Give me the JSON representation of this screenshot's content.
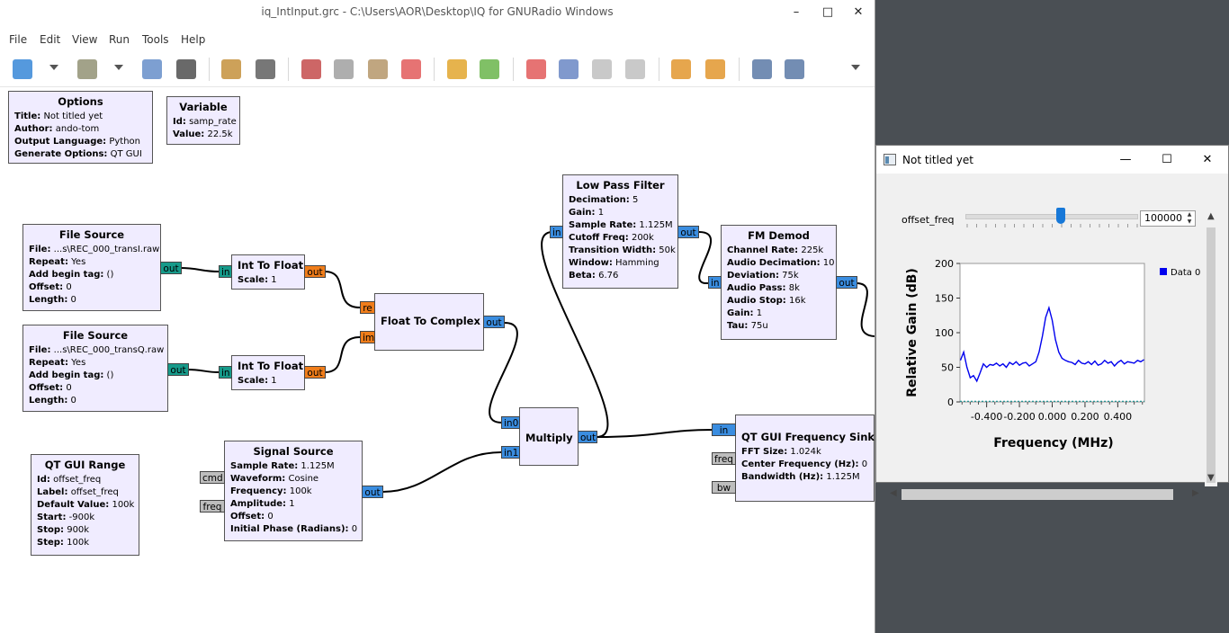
{
  "main_window": {
    "title": "iq_IntInput.grc - C:\\Users\\AOR\\Desktop\\IQ for GNURadio Windows",
    "controls": {
      "minimize": "–",
      "maximize": "□",
      "close": "✕"
    }
  },
  "menu": [
    "File",
    "Edit",
    "View",
    "Run",
    "Tools",
    "Help"
  ],
  "toolbar": [
    {
      "name": "new-icon",
      "color": "#2a7fd4"
    },
    {
      "name": "open-icon",
      "color": "#8b8b6b"
    },
    {
      "name": "save-icon",
      "color": "#5c87c5"
    },
    {
      "name": "close-icon",
      "color": "#444444"
    },
    {
      "name": "properties-icon",
      "color": "#c08a30"
    },
    {
      "name": "print-icon",
      "color": "#555555"
    },
    {
      "name": "cut-icon",
      "color": "#c04040"
    },
    {
      "name": "copy-icon",
      "color": "#9a9a9a"
    },
    {
      "name": "paste-icon",
      "color": "#b09060"
    },
    {
      "name": "delete-icon",
      "color": "#e05050"
    },
    {
      "name": "undo-icon",
      "color": "#e0a020"
    },
    {
      "name": "redo-icon",
      "color": "#60b040"
    },
    {
      "name": "errors-icon",
      "color": "#e05050"
    },
    {
      "name": "generate-icon",
      "color": "#6080c0"
    },
    {
      "name": "execute-icon",
      "color": "#bbbbbb"
    },
    {
      "name": "kill-icon",
      "color": "#bbbbbb"
    },
    {
      "name": "rotate-ccw-icon",
      "color": "#e09020"
    },
    {
      "name": "rotate-cw-icon",
      "color": "#e09020"
    },
    {
      "name": "find-block-icon",
      "color": "#5070a0"
    },
    {
      "name": "zoom-icon",
      "color": "#5070a0"
    }
  ],
  "blocks": {
    "options": {
      "title": "Options",
      "params": [
        {
          "k": "Title:",
          "v": "Not titled yet"
        },
        {
          "k": "Author:",
          "v": "ando-tom"
        },
        {
          "k": "Output Language:",
          "v": "Python"
        },
        {
          "k": "Generate Options:",
          "v": "QT GUI"
        }
      ]
    },
    "variable": {
      "title": "Variable",
      "params": [
        {
          "k": "Id:",
          "v": "samp_rate"
        },
        {
          "k": "Value:",
          "v": "22.5k"
        }
      ]
    },
    "file_source_1": {
      "title": "File Source",
      "params": [
        {
          "k": "File:",
          "v": "...s\\REC_000_transI.raw"
        },
        {
          "k": "Repeat:",
          "v": "Yes"
        },
        {
          "k": "Add begin tag:",
          "v": "()"
        },
        {
          "k": "Offset:",
          "v": "0"
        },
        {
          "k": "Length:",
          "v": "0"
        }
      ],
      "ports": {
        "out": "out"
      }
    },
    "file_source_2": {
      "title": "File Source",
      "params": [
        {
          "k": "File:",
          "v": "...s\\REC_000_transQ.raw"
        },
        {
          "k": "Repeat:",
          "v": "Yes"
        },
        {
          "k": "Add begin tag:",
          "v": "()"
        },
        {
          "k": "Offset:",
          "v": "0"
        },
        {
          "k": "Length:",
          "v": "0"
        }
      ],
      "ports": {
        "out": "out"
      }
    },
    "int_to_float_1": {
      "title": "Int To Float",
      "params": [
        {
          "k": "Scale:",
          "v": "1"
        }
      ],
      "ports": {
        "in": "in",
        "out": "out"
      }
    },
    "int_to_float_2": {
      "title": "Int To Float",
      "params": [
        {
          "k": "Scale:",
          "v": "1"
        }
      ],
      "ports": {
        "in": "in",
        "out": "out"
      }
    },
    "float_to_complex": {
      "title": "Float To Complex",
      "params": [],
      "ports": {
        "re": "re",
        "im": "im",
        "out": "out"
      }
    },
    "low_pass_filter": {
      "title": "Low Pass Filter",
      "params": [
        {
          "k": "Decimation:",
          "v": "5"
        },
        {
          "k": "Gain:",
          "v": "1"
        },
        {
          "k": "Sample Rate:",
          "v": "1.125M"
        },
        {
          "k": "Cutoff Freq:",
          "v": "200k"
        },
        {
          "k": "Transition Width:",
          "v": "50k"
        },
        {
          "k": "Window:",
          "v": "Hamming"
        },
        {
          "k": "Beta:",
          "v": "6.76"
        }
      ],
      "ports": {
        "in": "in",
        "out": "out"
      }
    },
    "fm_demod": {
      "title": "FM Demod",
      "params": [
        {
          "k": "Channel Rate:",
          "v": "225k"
        },
        {
          "k": "Audio Decimation:",
          "v": "10"
        },
        {
          "k": "Deviation:",
          "v": "75k"
        },
        {
          "k": "Audio Pass:",
          "v": "8k"
        },
        {
          "k": "Audio Stop:",
          "v": "16k"
        },
        {
          "k": "Gain:",
          "v": "1"
        },
        {
          "k": "Tau:",
          "v": "75u"
        }
      ],
      "ports": {
        "in": "in",
        "out": "out"
      }
    },
    "multiply": {
      "title": "Multiply",
      "params": [],
      "ports": {
        "in0": "in0",
        "in1": "in1",
        "out": "out"
      }
    },
    "signal_source": {
      "title": "Signal Source",
      "params": [
        {
          "k": "Sample Rate:",
          "v": "1.125M"
        },
        {
          "k": "Waveform:",
          "v": "Cosine"
        },
        {
          "k": "Frequency:",
          "v": "100k"
        },
        {
          "k": "Amplitude:",
          "v": "1"
        },
        {
          "k": "Offset:",
          "v": "0"
        },
        {
          "k": "Initial Phase (Radians):",
          "v": "0"
        }
      ],
      "ports": {
        "cmd": "cmd",
        "freq": "freq",
        "out": "out"
      }
    },
    "qt_gui_range": {
      "title": "QT GUI Range",
      "params": [
        {
          "k": "Id:",
          "v": "offset_freq"
        },
        {
          "k": "Label:",
          "v": "offset_freq"
        },
        {
          "k": "Default Value:",
          "v": "100k"
        },
        {
          "k": "Start:",
          "v": "-900k"
        },
        {
          "k": "Stop:",
          "v": "900k"
        },
        {
          "k": "Step:",
          "v": "100k"
        }
      ]
    },
    "qt_gui_freq_sink": {
      "title": "QT GUI Frequency Sink",
      "params": [
        {
          "k": "FFT Size:",
          "v": "1.024k"
        },
        {
          "k": "Center Frequency (Hz):",
          "v": "0"
        },
        {
          "k": "Bandwidth (Hz):",
          "v": "1.125M"
        }
      ],
      "ports": {
        "in": "in",
        "freq": "freq",
        "bw": "bw"
      }
    }
  },
  "qt_window": {
    "title": "Not titled yet",
    "controls": {
      "minimize": "—",
      "maximize": "☐",
      "close": "✕"
    },
    "slider": {
      "label": "offset_freq",
      "value": "100000",
      "level": 0.56
    }
  },
  "chart_data": {
    "type": "line",
    "xlabel": "Frequency (MHz)",
    "ylabel": "Relative Gain (dB)",
    "xlim": [
      -0.5625,
      0.5625
    ],
    "ylim": [
      0,
      200
    ],
    "xticks": [
      "-0.400",
      "-0.200",
      "0.000",
      "0.200",
      "0.400"
    ],
    "xtick_values": [
      -0.4,
      -0.2,
      0.0,
      0.2,
      0.4
    ],
    "yticks": [
      "0",
      "50",
      "100",
      "150",
      "200"
    ],
    "legend": "right",
    "colors": {
      "series": "#0000ee",
      "baseline": "#009090"
    },
    "series": [
      {
        "name": "Data 0",
        "x": [
          -0.56,
          -0.54,
          -0.52,
          -0.5,
          -0.48,
          -0.46,
          -0.44,
          -0.42,
          -0.4,
          -0.38,
          -0.36,
          -0.34,
          -0.32,
          -0.3,
          -0.28,
          -0.26,
          -0.24,
          -0.22,
          -0.2,
          -0.18,
          -0.16,
          -0.14,
          -0.12,
          -0.1,
          -0.08,
          -0.06,
          -0.04,
          -0.02,
          0.0,
          0.02,
          0.04,
          0.06,
          0.08,
          0.1,
          0.12,
          0.14,
          0.16,
          0.18,
          0.2,
          0.22,
          0.24,
          0.26,
          0.28,
          0.3,
          0.32,
          0.34,
          0.36,
          0.38,
          0.4,
          0.42,
          0.44,
          0.46,
          0.48,
          0.5,
          0.52,
          0.54,
          0.56
        ],
        "values": [
          60,
          72,
          50,
          35,
          38,
          30,
          42,
          55,
          50,
          54,
          53,
          56,
          52,
          55,
          50,
          57,
          54,
          58,
          53,
          56,
          57,
          52,
          55,
          58,
          72,
          95,
          122,
          136,
          118,
          90,
          72,
          63,
          60,
          58,
          57,
          54,
          60,
          56,
          55,
          58,
          54,
          59,
          53,
          55,
          60,
          56,
          58,
          52,
          57,
          60,
          55,
          58,
          57,
          56,
          60,
          58,
          61
        ]
      }
    ]
  }
}
